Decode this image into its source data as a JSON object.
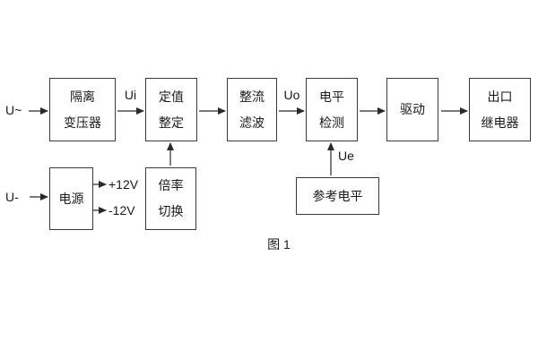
{
  "figure": {
    "caption": "图 1"
  },
  "blocks": {
    "isolation_transformer": {
      "line1": "隔离",
      "line2": "变压器"
    },
    "setpoint_adjust": {
      "line1": "定值",
      "line2": "整定"
    },
    "rectify_filter": {
      "line1": "整流",
      "line2": "滤波"
    },
    "level_detect": {
      "line1": "电平",
      "line2": "检测"
    },
    "drive": {
      "label": "驱动"
    },
    "output_relay": {
      "line1": "出口",
      "line2": "继电器"
    },
    "power_supply": {
      "label": "电源"
    },
    "ratio_switch": {
      "line1": "倍率",
      "line2": "切换"
    },
    "reference_level": {
      "label": "参考电平"
    }
  },
  "signals": {
    "input_ac": "U~",
    "input_dc": "U-",
    "ui": "Ui",
    "uo": "Uo",
    "ue": "Ue",
    "plus_12v": "+12V",
    "minus_12v": "-12V"
  },
  "colors": {
    "line": "#2a2a2a",
    "text": "#1a1a1a",
    "background": "#ffffff"
  }
}
